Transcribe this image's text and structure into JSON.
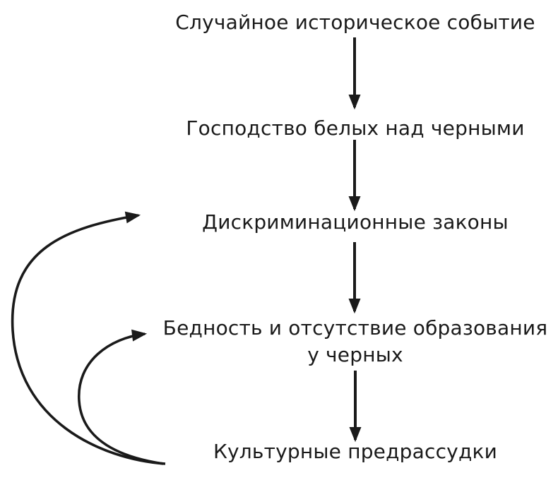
{
  "page": {
    "background": "#ffffff",
    "ink": "#1a1a1a"
  },
  "diagram": {
    "type": "flowchart",
    "language": "ru",
    "nodes": [
      {
        "id": "random-historical-event",
        "lines": [
          "Случайное историческое событие"
        ]
      },
      {
        "id": "white-dominance",
        "lines": [
          "Господство белых над черными"
        ]
      },
      {
        "id": "discriminatory-laws",
        "lines": [
          "Дискриминационные законы"
        ]
      },
      {
        "id": "poverty-lack-of-education",
        "lines": [
          "Бедность и отсутствие образования",
          "у черных"
        ]
      },
      {
        "id": "cultural-prejudice",
        "lines": [
          "Культурные предрассудки"
        ]
      }
    ],
    "flow_arrows": [
      {
        "from": "random-historical-event",
        "to": "white-dominance"
      },
      {
        "from": "white-dominance",
        "to": "discriminatory-laws"
      },
      {
        "from": "discriminatory-laws",
        "to": "poverty-lack-of-education"
      },
      {
        "from": "poverty-lack-of-education",
        "to": "cultural-prejudice"
      }
    ],
    "feedback_arrows": [
      {
        "from": "cultural-prejudice",
        "to": "discriminatory-laws"
      },
      {
        "from": "cultural-prejudice",
        "to": "poverty-lack-of-education"
      }
    ]
  }
}
